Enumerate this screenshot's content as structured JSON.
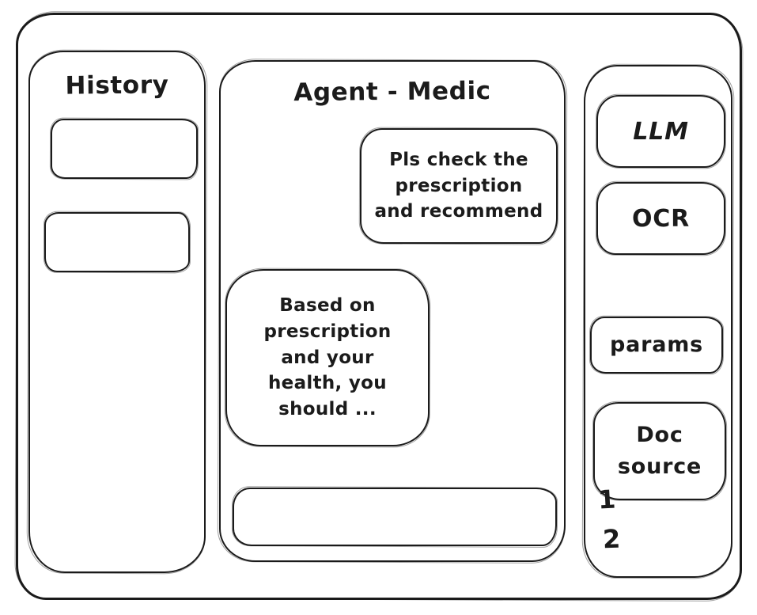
{
  "colors": {
    "ink": "#1b1b1b",
    "background": "#ffffff"
  },
  "history_panel": {
    "title": "History",
    "items": [
      {
        "label": ""
      },
      {
        "label": ""
      }
    ]
  },
  "chat_panel": {
    "title": "Agent - Medic",
    "messages": [
      {
        "role": "user",
        "text": "Pls check the\nprescription\nand recommend"
      },
      {
        "role": "assistant",
        "text": "Based on\nprescription\nand your\nhealth, you\nshould ..."
      }
    ],
    "input": {
      "value": "",
      "placeholder": ""
    }
  },
  "tools_panel": {
    "llm_label": "LLM",
    "ocr_label": "OCR",
    "params_label": "params",
    "doc_source_label": "Doc\nsource",
    "doc_source_items": [
      {
        "label": "1"
      },
      {
        "label": "2"
      }
    ]
  }
}
